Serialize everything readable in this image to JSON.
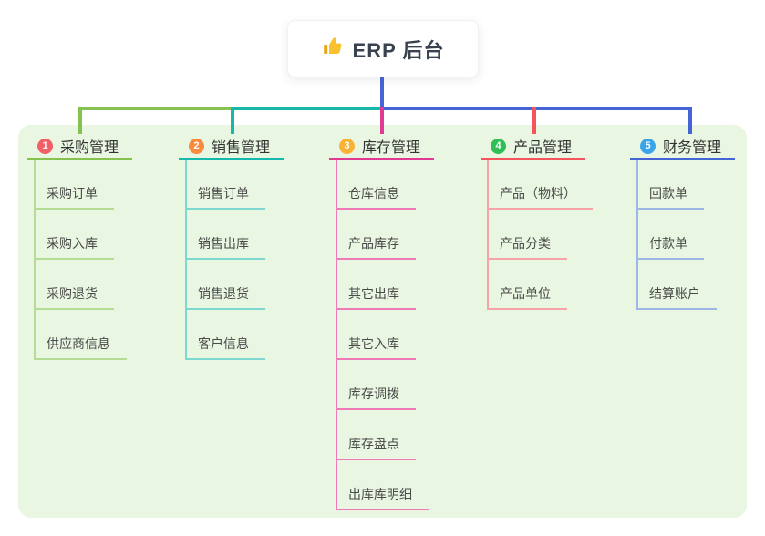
{
  "root": {
    "title": "ERP 后台",
    "icon": "thumbs-up-icon"
  },
  "panel": {
    "bg_color": "#e9f6e2"
  },
  "connector": {
    "trunk_color": "#4565d6"
  },
  "branches": [
    {
      "num": "1",
      "label": "采购管理",
      "badge_color": "#f25f68",
      "line_color": "#85c250",
      "child_line_color": "#b5db94",
      "children": [
        "采购订单",
        "采购入库",
        "采购退货",
        "供应商信息"
      ]
    },
    {
      "num": "2",
      "label": "销售管理",
      "badge_color": "#f98b3e",
      "line_color": "#16b8ac",
      "child_line_color": "#7fd8cf",
      "children": [
        "销售订单",
        "销售出库",
        "销售退货",
        "客户信息"
      ]
    },
    {
      "num": "3",
      "label": "库存管理",
      "badge_color": "#f9b234",
      "line_color": "#e03a92",
      "child_line_color": "#f07ab8",
      "children": [
        "仓库信息",
        "产品库存",
        "其它出库",
        "其它入库",
        "库存调拨",
        "库存盘点",
        "出库库明细"
      ]
    },
    {
      "num": "4",
      "label": "产品管理",
      "badge_color": "#2fbf56",
      "line_color": "#f4555c",
      "child_line_color": "#f8a3a7",
      "children": [
        "产品（物料）",
        "产品分类",
        "产品单位"
      ]
    },
    {
      "num": "5",
      "label": "财务管理",
      "badge_color": "#3aa4e9",
      "line_color": "#4565d6",
      "child_line_color": "#9db7e8",
      "children": [
        "回款单",
        "付款单",
        "结算账户"
      ]
    }
  ]
}
